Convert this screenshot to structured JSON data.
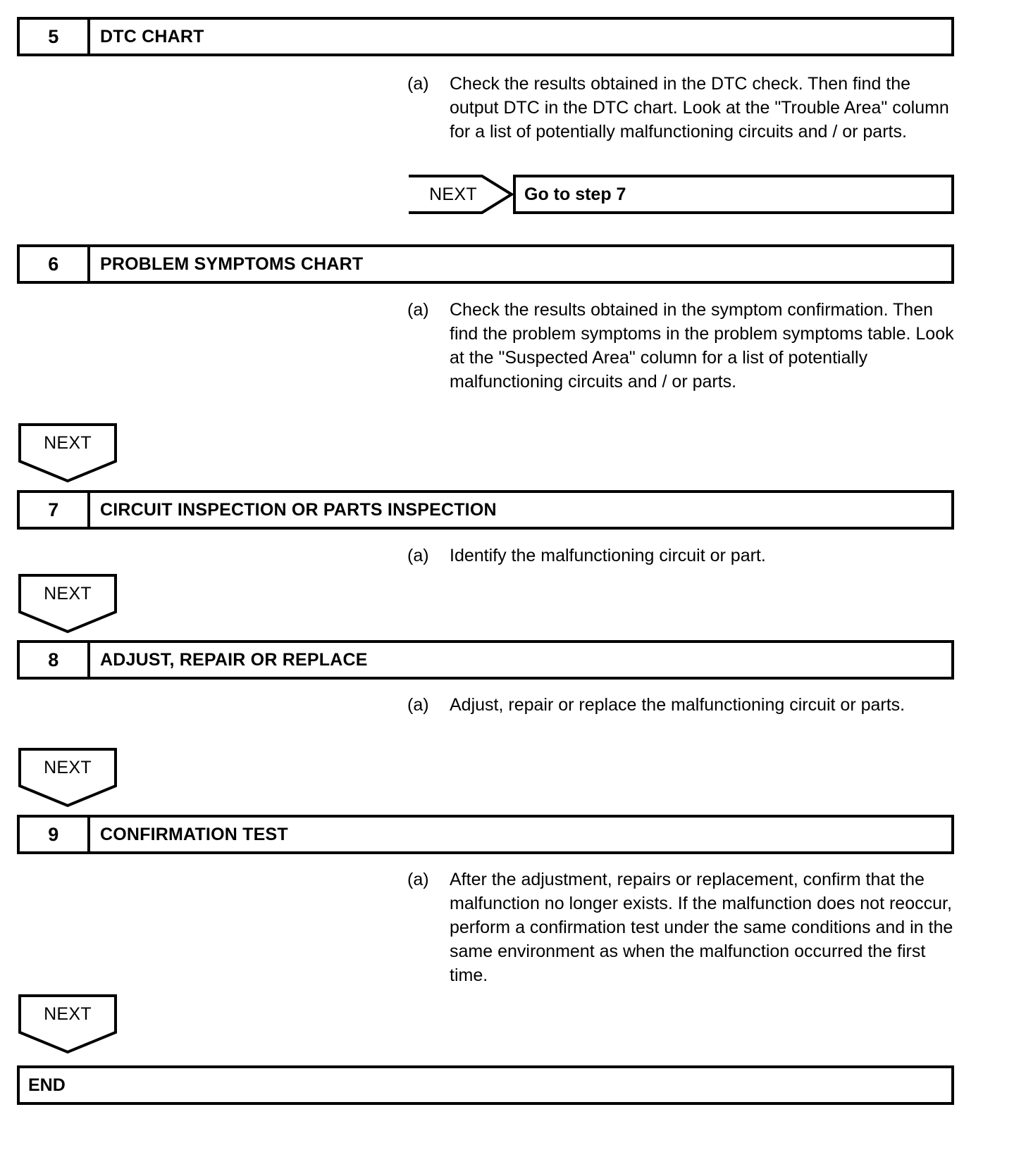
{
  "document": {
    "type": "troubleshooting-flowchart"
  },
  "steps": [
    {
      "number": "5",
      "title": "DTC CHART",
      "instruction_label": "(a)",
      "instruction_text": "Check the results obtained in the DTC check. Then find the output DTC in the DTC chart. Look at the \"Trouble Area\" column for a list of potentially malfunctioning circuits and / or parts.",
      "connector": {
        "kind": "next-right",
        "label": "NEXT",
        "target_text": "Go to step 7"
      }
    },
    {
      "number": "6",
      "title": "PROBLEM SYMPTOMS CHART",
      "instruction_label": "(a)",
      "instruction_text": "Check the results obtained in the symptom confirmation. Then find the problem symptoms in the problem symptoms table. Look at the \"Suspected Area\" column for a list of potentially malfunctioning circuits and / or parts.",
      "connector": {
        "kind": "next-down",
        "label": "NEXT"
      }
    },
    {
      "number": "7",
      "title": "CIRCUIT INSPECTION OR PARTS INSPECTION",
      "instruction_label": "(a)",
      "instruction_text": "Identify the malfunctioning circuit or part.",
      "connector": {
        "kind": "next-down",
        "label": "NEXT"
      }
    },
    {
      "number": "8",
      "title": "ADJUST, REPAIR OR REPLACE",
      "instruction_label": "(a)",
      "instruction_text": "Adjust, repair or replace the malfunctioning circuit or parts.",
      "connector": {
        "kind": "next-down",
        "label": "NEXT"
      }
    },
    {
      "number": "9",
      "title": "CONFIRMATION TEST",
      "instruction_label": "(a)",
      "instruction_text": "After the adjustment, repairs or replacement, confirm that the malfunction no longer exists. If the malfunction does not reoccur, perform a confirmation test under the same conditions and in the same environment as when the malfunction occurred the first time.",
      "connector": {
        "kind": "next-down",
        "label": "NEXT"
      }
    }
  ],
  "end": {
    "label": "END"
  },
  "colors": {
    "ink": "#000000",
    "paper": "#ffffff"
  }
}
